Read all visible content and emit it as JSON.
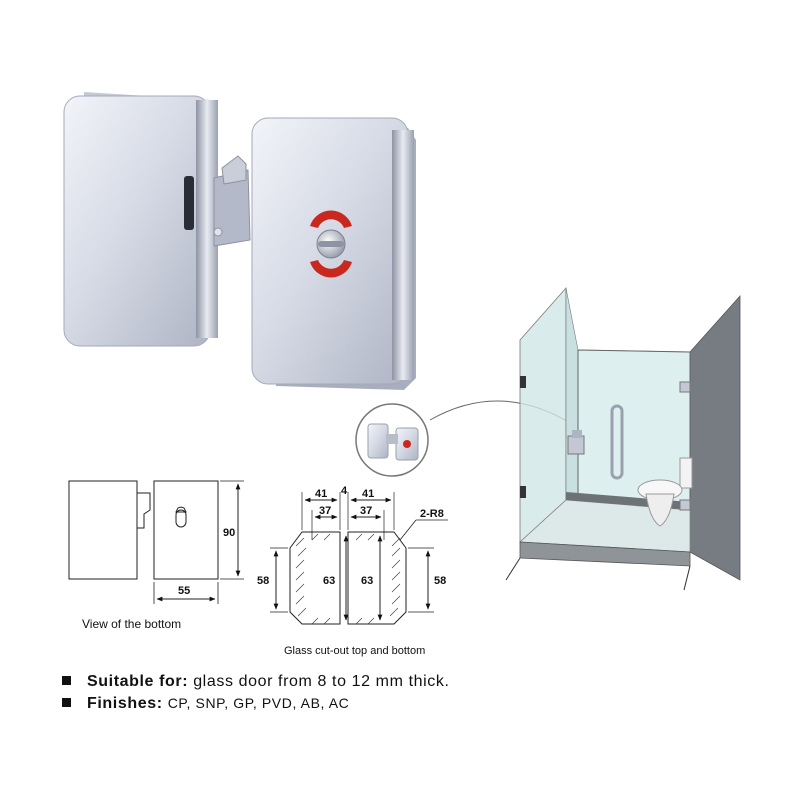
{
  "captions": {
    "bottom_view": "View of the bottom",
    "cutout": "Glass cut-out top and bottom"
  },
  "dimensions": {
    "height_90": "90",
    "width_55": "55",
    "w41_left": "41",
    "w4_gap": "4",
    "w41_right": "41",
    "w37_left": "37",
    "w37_right": "37",
    "radius": "2-R8",
    "h58_left": "58",
    "h63_left": "63",
    "h63_right": "63",
    "h58_right": "58"
  },
  "specs": [
    {
      "label": "Suitable for:",
      "value": "glass door from 8 to 12 mm thick."
    },
    {
      "label": "Finishes:",
      "value": "CP, SNP, GP, PVD, AB, AC"
    }
  ],
  "colors": {
    "chrome_light": "#e6e9f1",
    "chrome_mid": "#b9bfce",
    "indicator_red": "#c8281e"
  },
  "icons": [
    "glass-door-lock-illustration",
    "shower-enclosure-illustration",
    "magnifier-inset-icon"
  ]
}
